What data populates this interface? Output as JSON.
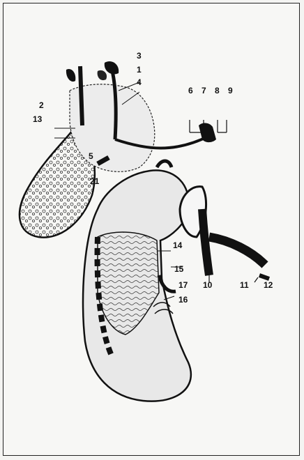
{
  "labels": {
    "l1": "1",
    "l2": "2",
    "l3": "3",
    "l4": "4",
    "l5": "5",
    "l6": "6",
    "l7": "7",
    "l8": "8",
    "l9": "9",
    "l10": "10",
    "l11": "11",
    "l12": "12",
    "l13": "13",
    "l14": "14",
    "l15": "15",
    "l16": "16",
    "l17": "17",
    "l21": "21"
  }
}
